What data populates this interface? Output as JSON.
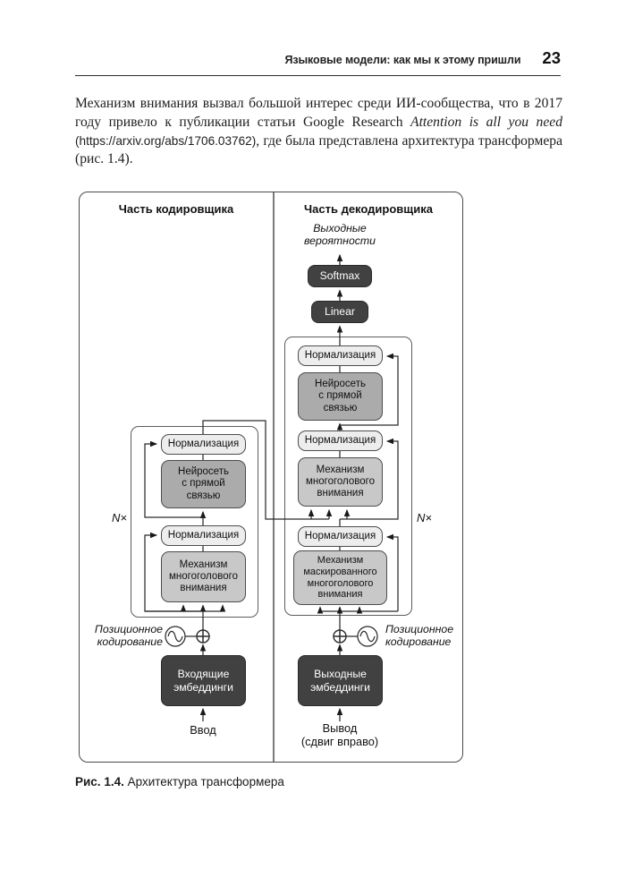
{
  "header": {
    "running_title": "Языковые модели: как мы к этому пришли",
    "page_number": "23"
  },
  "paragraph": {
    "text_start": "Механизм внимания вызвал большой интерес среди ИИ-сообщества, что в 2017 году привело к публикации статьи Google Research ",
    "article_title_italic": "Attention is all you need",
    "text_mid": " ",
    "url": "(https://arxiv.org/abs/1706.03762)",
    "text_end": ", где была представлена архитектура трансформера (рис. 1.4)."
  },
  "figure": {
    "encoder_title": "Часть кодировщика",
    "decoder_title": "Часть декодировщика",
    "encoder": {
      "n_times": "N×",
      "norm_top": "Нормализация",
      "ffn": "Нейросеть\nс прямой\nсвязью",
      "norm_bottom": "Нормализация",
      "attention": "Механизм\nмногоголового\nвнимания",
      "pos_encoding": "Позиционное\nкодирование",
      "embeddings": "Входящие\nэмбеддинги",
      "input_label": "Ввод"
    },
    "decoder": {
      "output_probs": "Выходные\nвероятности",
      "softmax": "Softmax",
      "linear": "Linear",
      "n_times": "N×",
      "norm_top": "Нормализация",
      "ffn": "Нейросеть\nс прямой\nсвязью",
      "norm_mid": "Нормализация",
      "cross_attention": "Механизм\nмногоголового\nвнимания",
      "norm_bottom": "Нормализация",
      "masked_attention": "Механизм\nмаскированного\nмногоголового\nвнимания",
      "pos_encoding": "Позиционное\nкодирование",
      "embeddings": "Выходные\nэмбеддинги",
      "output_label": "Вывод\n(сдвиг вправо)"
    },
    "caption_label": "Рис. 1.4.",
    "caption_text": " Архитектура трансформера"
  },
  "colors": {
    "dark_box": "#414141",
    "ffn_box": "#ababab",
    "attention_box": "#c8c8c8",
    "norm_box": "#ededed",
    "line": "#2a2a2a"
  }
}
